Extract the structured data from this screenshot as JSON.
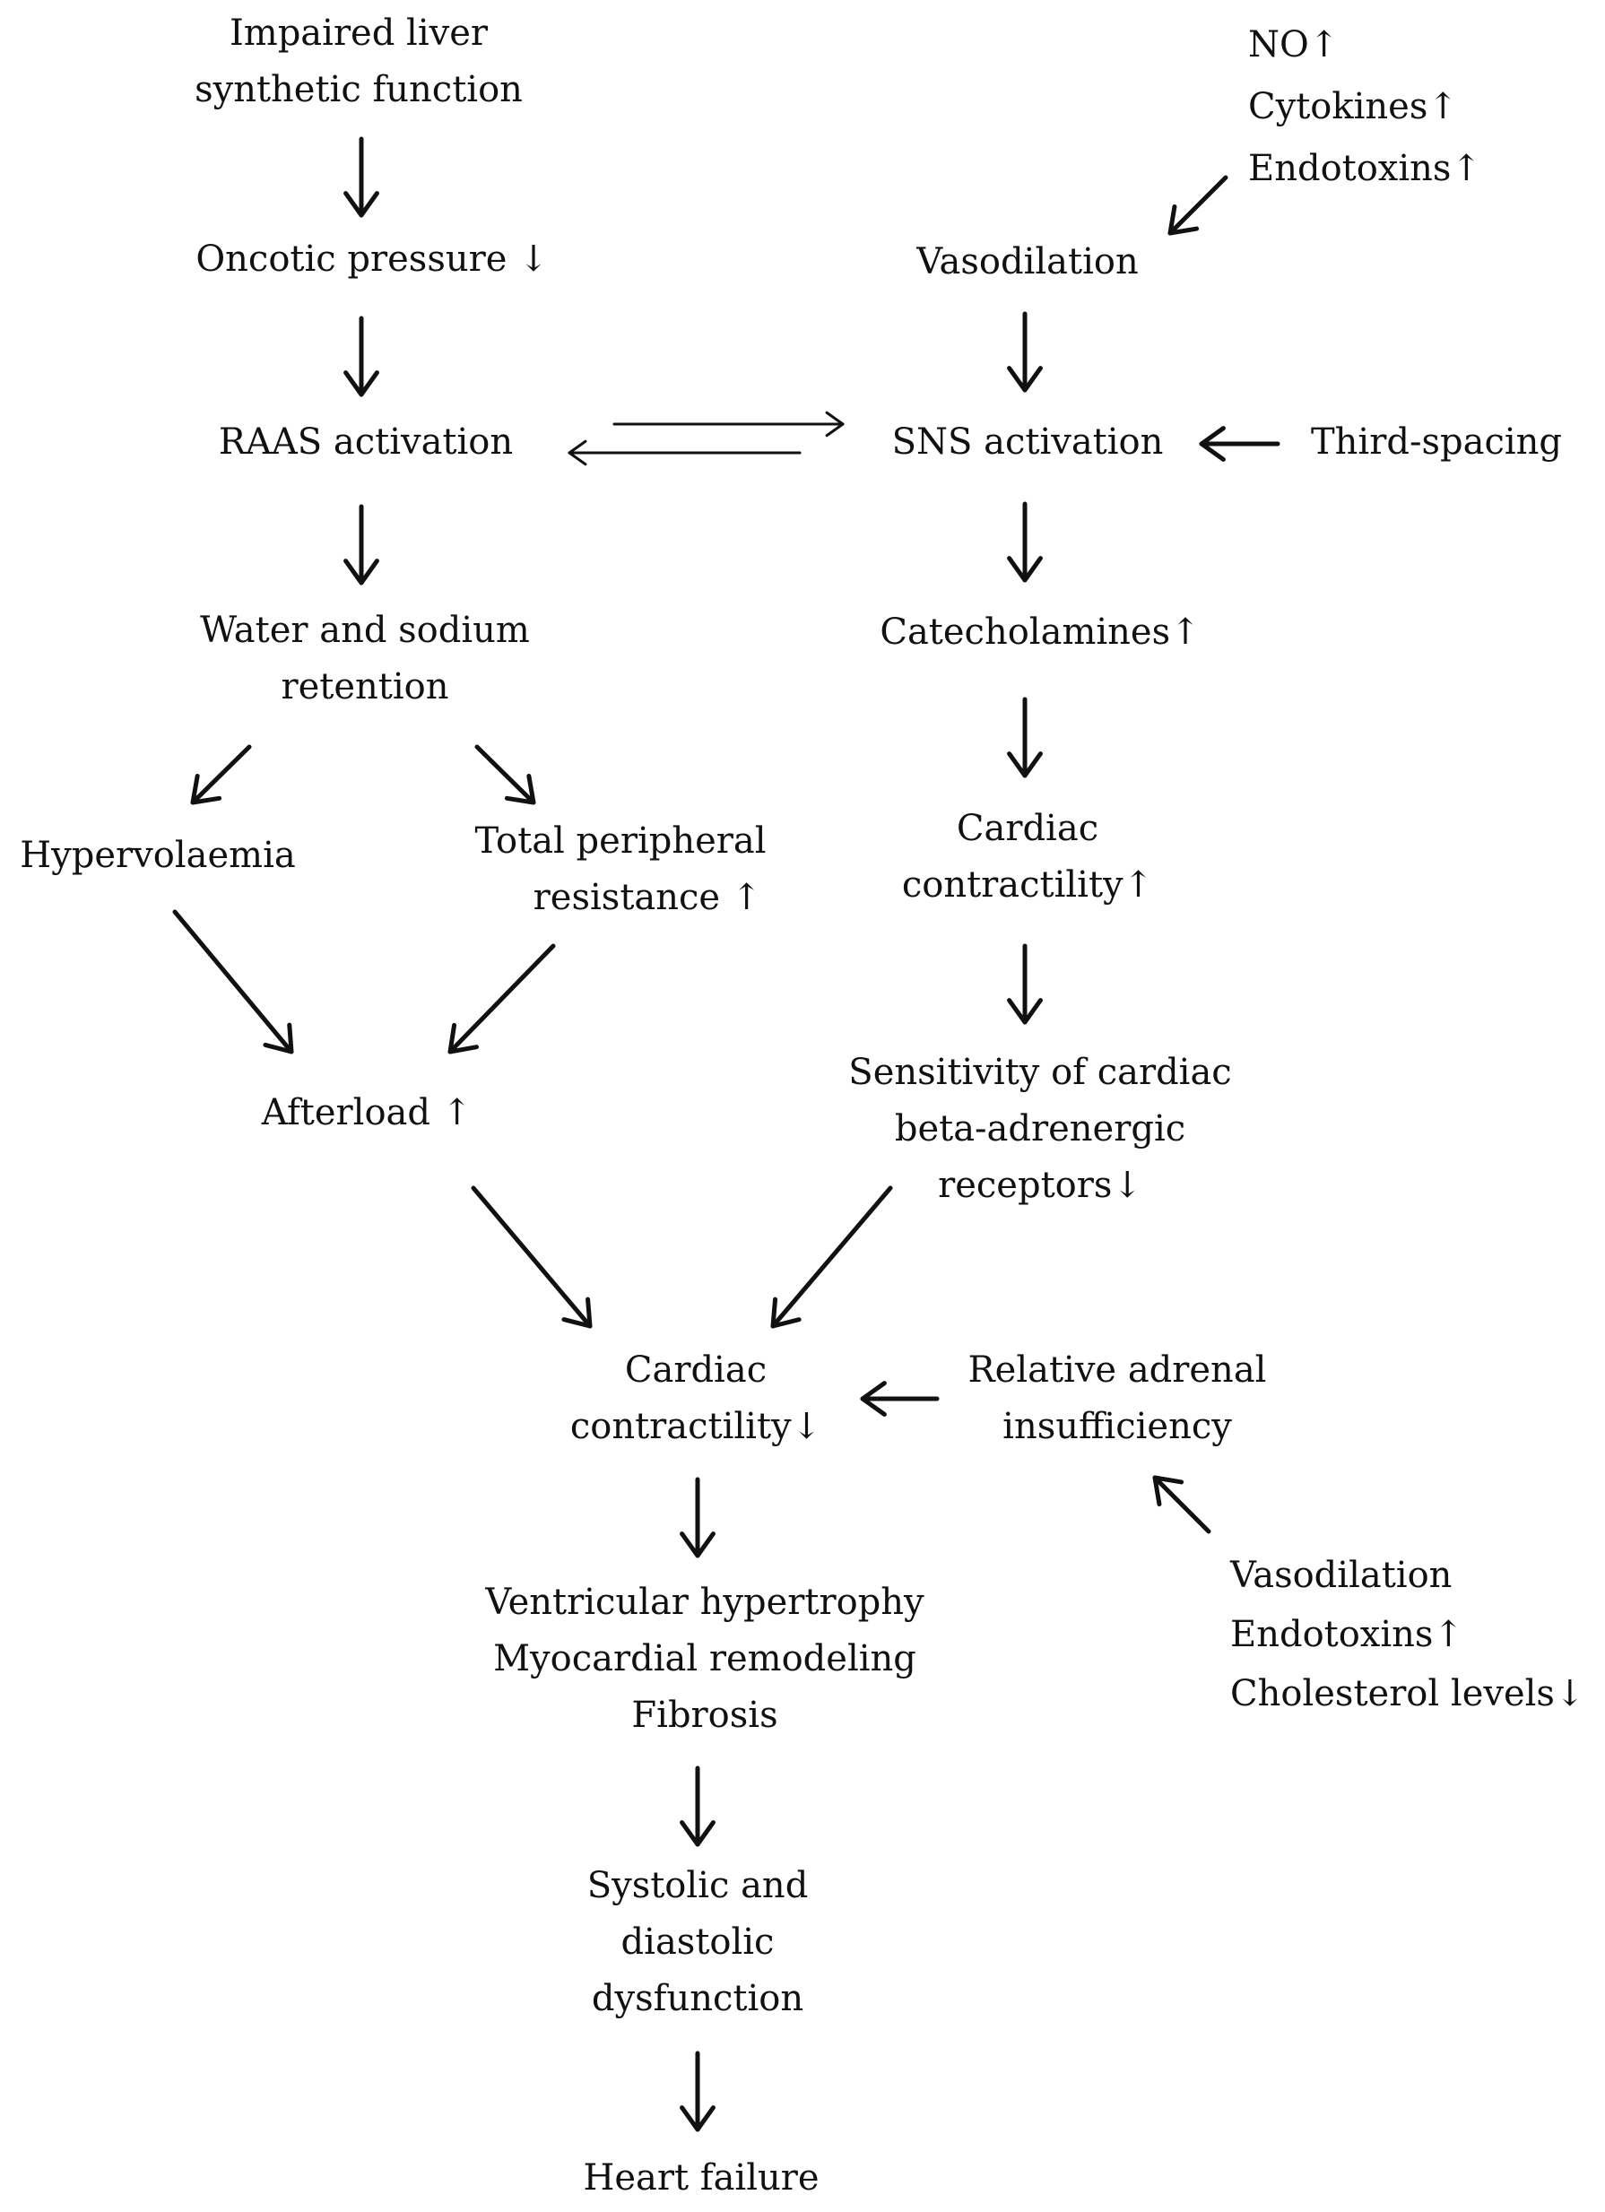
{
  "nodes": {
    "impaired_liver": [
      "Impaired liver",
      "synthetic function"
    ],
    "oncotic_pressure": [
      "Oncotic pressure ↓"
    ],
    "raas_activation": [
      "RAAS activation"
    ],
    "water_sodium": [
      "Water and sodium",
      "retention"
    ],
    "hypervolaemia": [
      "Hypervolaemia"
    ],
    "total_peripheral": [
      "Total peripheral",
      "resistance ↑"
    ],
    "afterload": [
      "Afterload ↑"
    ],
    "no_cytokines_endotoxins": [
      "NO↑",
      "Cytokines↑",
      "Endotoxins↑"
    ],
    "vasodilation": [
      "Vasodilation"
    ],
    "sns_activation": [
      "SNS activation"
    ],
    "third_spacing": [
      "Third-spacing"
    ],
    "catecholamines": [
      "Catecholamines↑"
    ],
    "cardiac_contractility_up": [
      "Cardiac",
      "contractility↑"
    ],
    "sensitivity_receptors": [
      "Sensitivity of cardiac",
      "beta-adrenergic",
      "receptors↓"
    ],
    "cardiac_contractility_down": [
      "Cardiac",
      "contractility↓"
    ],
    "relative_adrenal": [
      "Relative adrenal",
      "insufficiency"
    ],
    "vasodilation_endotoxins_cholesterol": [
      "Vasodilation",
      "Endotoxins↑",
      "Cholesterol levels↓"
    ],
    "ventricular_hypertrophy": [
      "Ventricular hypertrophy",
      "Myocardial remodeling",
      "Fibrosis"
    ],
    "systolic_diastolic": [
      "Systolic and",
      "diastolic",
      "dysfunction"
    ],
    "heart_failure": [
      "Heart failure"
    ]
  }
}
